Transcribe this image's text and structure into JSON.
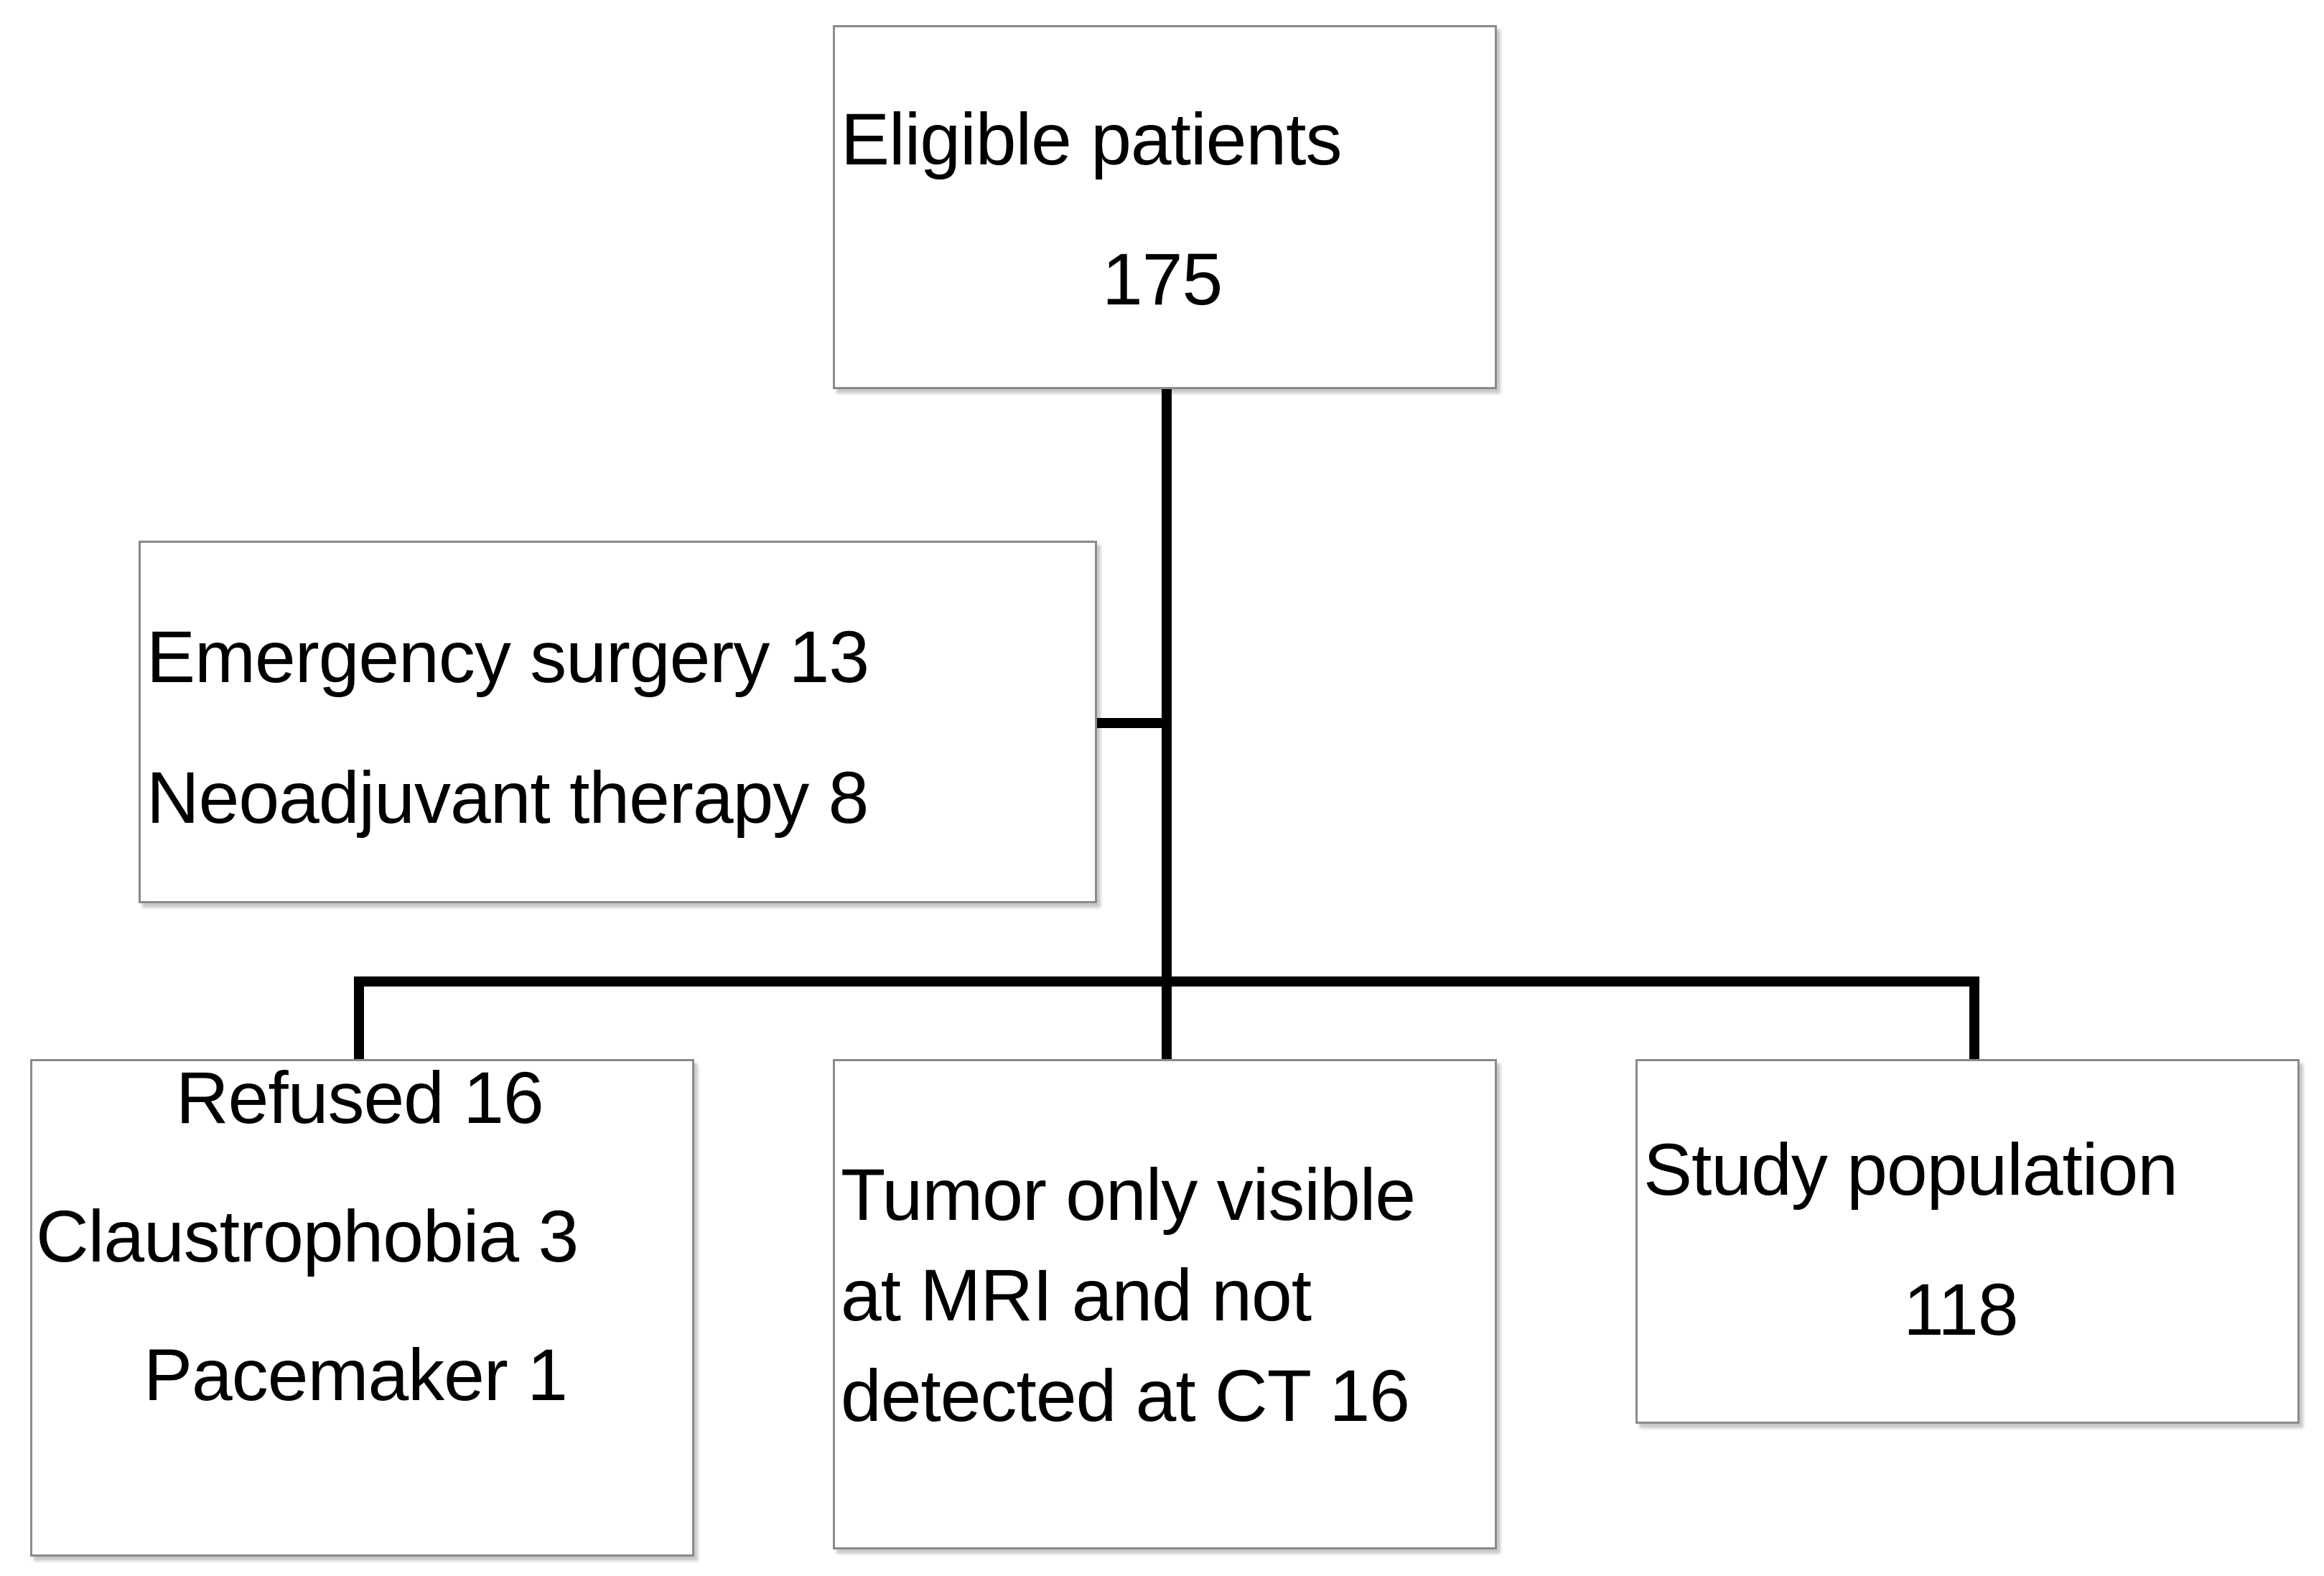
{
  "eligible": {
    "label": "Eligible patients",
    "count": "175"
  },
  "exclusions_initial": {
    "line1": "Emergency surgery 13",
    "line2": "Neoadjuvant therapy 8"
  },
  "exclusions_other": {
    "line1": "Refused 16",
    "line2": "Claustrophobia 3",
    "line3": "Pacemaker 1"
  },
  "tumor_only_mri": {
    "line1": "Tumor only visible",
    "line2": "at MRI and not",
    "line3": "detected at CT 16"
  },
  "study_population": {
    "label": "Study population",
    "count": "118"
  }
}
